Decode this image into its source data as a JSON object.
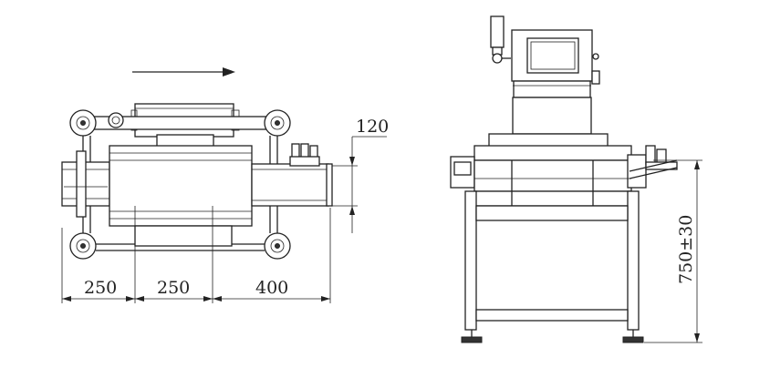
{
  "diagram": {
    "top_view_dimensions": [
      "250",
      "250",
      "400"
    ],
    "top_view_width_dimension": "120",
    "front_view_height_dimension": "750±30"
  }
}
